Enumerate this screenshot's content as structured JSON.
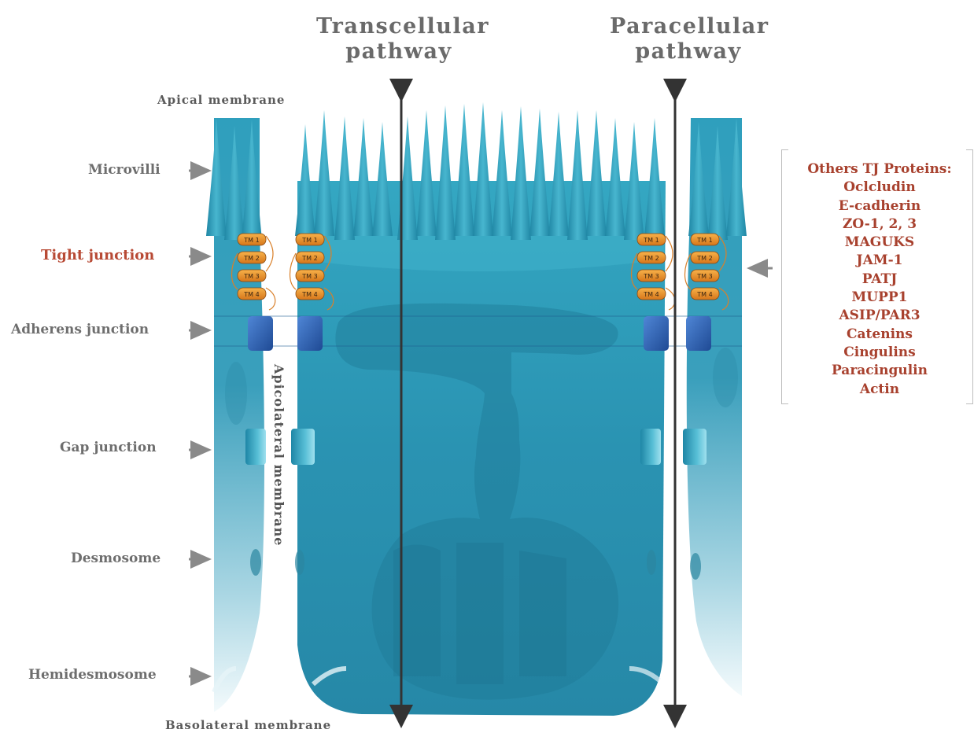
{
  "titles": {
    "transcellular": "Transcellular\npathway",
    "paracellular": "Paracellular\npathway"
  },
  "membranes": {
    "apical": "Apical   membrane",
    "basolateral": "Basolateral   membrane",
    "apicolateral": "Apicolateral membrane"
  },
  "side_labels": [
    {
      "id": "microvilli",
      "text": "Microvilli"
    },
    {
      "id": "tight-junction",
      "text": "Tight junction"
    },
    {
      "id": "adherens-junction",
      "text": "Adherens junction"
    },
    {
      "id": "gap-junction",
      "text": "Gap junction"
    },
    {
      "id": "desmosome",
      "text": "Desmosome"
    },
    {
      "id": "hemidesmosome",
      "text": "Hemidesmosome"
    }
  ],
  "tm_labels": [
    "TM 1",
    "TM 2",
    "TM 3",
    "TM 4"
  ],
  "proteins": {
    "header": "Others TJ Proteins:",
    "items": [
      "Oclcludin",
      "E-cadherin",
      "ZO-1, 2, 3",
      "MAGUKS",
      "JAM-1",
      "PATJ",
      "MUPP1",
      "ASIP/PAR3",
      "Catenins",
      "Cingulins",
      "Paracingulin",
      "Actin"
    ]
  },
  "colors": {
    "cell": "#2a9bb8",
    "cell_dark": "#1a7590",
    "tm_protein": "#e8901e",
    "adherens": "#2a5eb0",
    "accent_text": "#b84a35",
    "label_text": "#6e6e6e",
    "arrow": "#333333"
  }
}
